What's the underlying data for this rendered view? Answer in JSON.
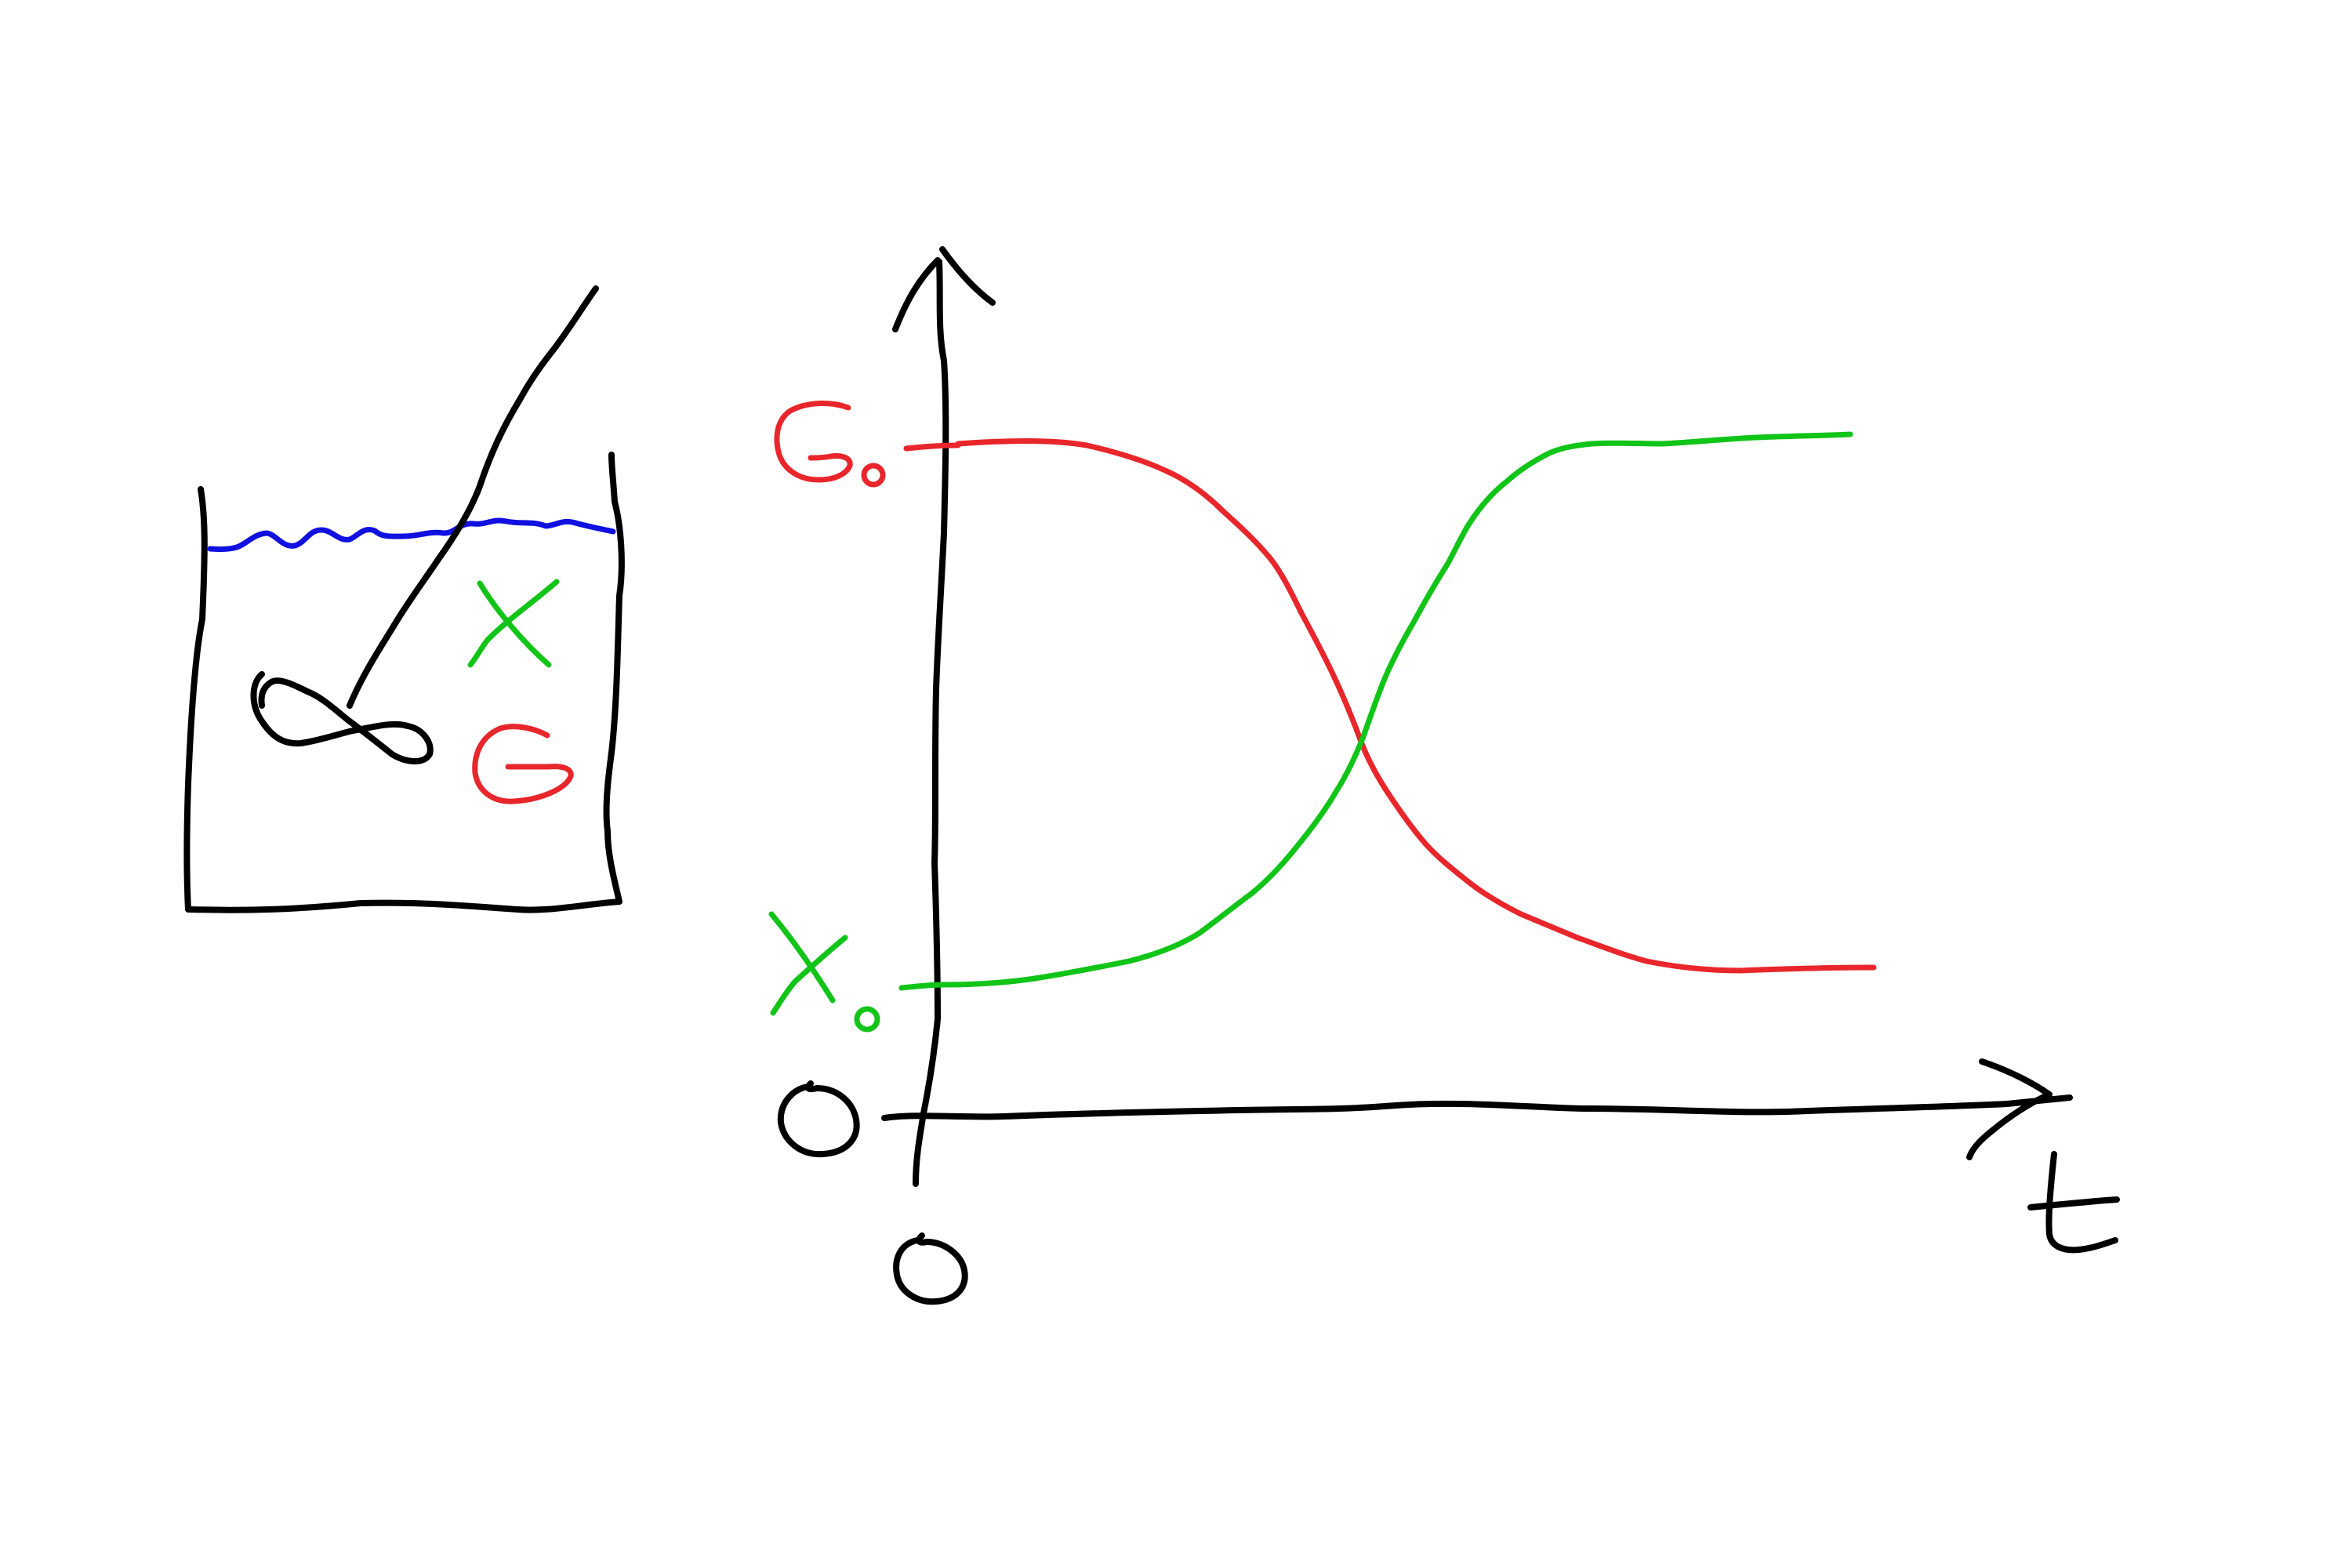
{
  "colors": {
    "ink": "#000000",
    "glucose": "#e8262b",
    "biomass": "#11c418",
    "water": "#1010e0",
    "background": "#ffffff"
  },
  "reactor": {
    "biomass_symbol": "X",
    "substrate_symbol": "G",
    "stirrer_icon": "impeller-icon"
  },
  "plot": {
    "y_origin_label": "0",
    "x_origin_label": "0",
    "x_axis_label": "t",
    "g0_label": "G",
    "g0_subscript": "o",
    "x0_label": "X",
    "x0_subscript": "o"
  }
}
